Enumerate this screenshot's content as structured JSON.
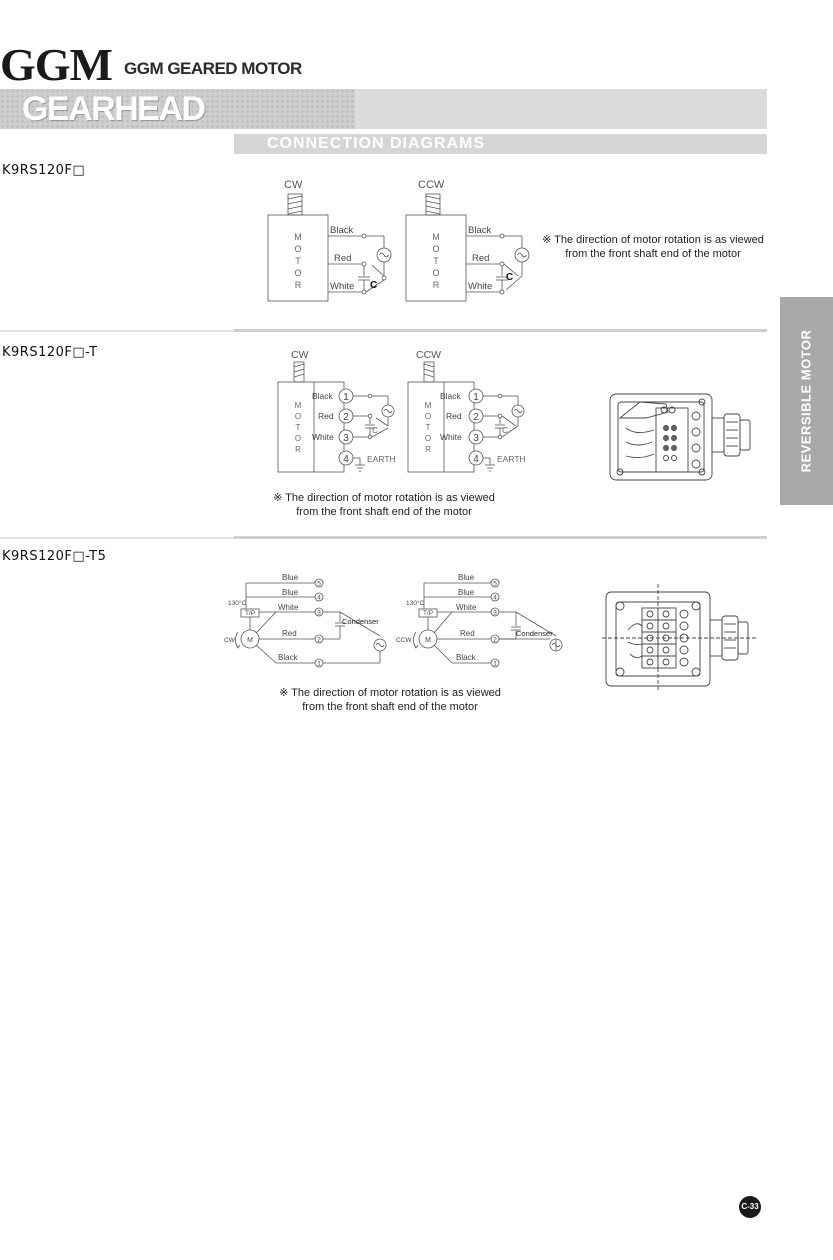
{
  "header": {
    "brand": "GGM",
    "brand_sub": "GGM GEARED MOTOR",
    "section_title": "GEARHEAD",
    "subsection_title": "CONNECTION DIAGRAMS",
    "side_tab": "REVERSIBLE MOTOR"
  },
  "diagram1": {
    "model": "K9RS120F□",
    "cw": "CW",
    "ccw": "CCW",
    "motor_letters": [
      "M",
      "O",
      "T",
      "O",
      "R"
    ],
    "wires": [
      "Black",
      "Red",
      "White"
    ],
    "capacitor": "C",
    "note_line1": "※ The direction of motor rotation is as viewed",
    "note_line2": "from the front shaft end of the motor"
  },
  "diagram2": {
    "model": "K9RS120F□-T",
    "cw": "CW",
    "ccw": "CCW",
    "motor_letters": [
      "M",
      "O",
      "T",
      "O",
      "R"
    ],
    "wires": [
      "Black",
      "Red",
      "White"
    ],
    "terminals": [
      "1",
      "2",
      "3",
      "4"
    ],
    "earth": "EARTH",
    "capacitor": "C",
    "note_line1": "※ The direction of motor rotation is as viewed",
    "note_line2": "from the front shaft end of the motor"
  },
  "diagram3": {
    "model": "K9RS120F□-T5",
    "cw": "CW",
    "ccw": "CCW",
    "motor": "M",
    "temp": "130°C",
    "tp": "T/P",
    "wires": [
      "Blue",
      "Blue",
      "White",
      "Red",
      "Black"
    ],
    "terminals": [
      "5",
      "4",
      "3",
      "2",
      "1"
    ],
    "condenser": "Condenser",
    "note_line1": "※ The direction of motor rotation is as viewed",
    "note_line2": "from the front shaft end of the motor"
  },
  "footer": {
    "page": "C-33"
  },
  "colors": {
    "bar": "#dcdcdc",
    "side_tab": "#a9a9a9",
    "line": "#555555"
  }
}
